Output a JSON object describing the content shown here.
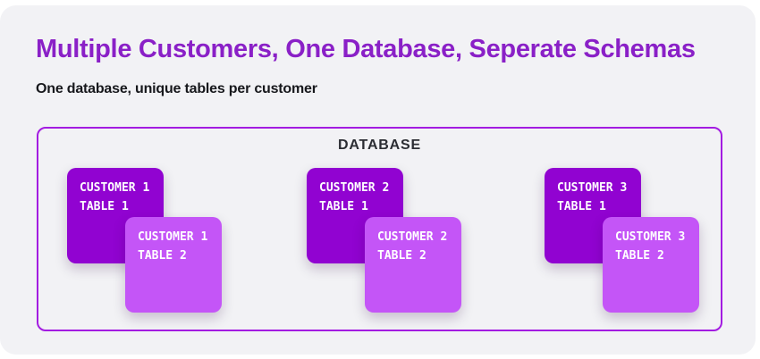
{
  "header": {
    "title": "Multiple Customers, One Database, Seperate Schemas",
    "subtitle": "One database, unique tables per customer"
  },
  "database": {
    "label": "DATABASE",
    "groups": [
      {
        "back": {
          "line1": "CUSTOMER 1",
          "line2": "TABLE 1"
        },
        "front": {
          "line1": "CUSTOMER 1",
          "line2": "TABLE 2"
        }
      },
      {
        "back": {
          "line1": "CUSTOMER 2",
          "line2": "TABLE 1"
        },
        "front": {
          "line1": "CUSTOMER 2",
          "line2": "TABLE 2"
        }
      },
      {
        "back": {
          "line1": "CUSTOMER 3",
          "line2": "TABLE 1"
        },
        "front": {
          "line1": "CUSTOMER 3",
          "line2": "TABLE 2"
        }
      }
    ]
  },
  "colors": {
    "page_bg": "#ffffff",
    "canvas_bg": "#f2f2f5",
    "title": "#8a20c7",
    "subtitle_text": "#17181c",
    "db_border": "#a31ce1",
    "db_label_text": "#2b2d33",
    "card_dark": "#9103d1",
    "card_light": "#c455f7",
    "card_text": "#ffffff"
  }
}
